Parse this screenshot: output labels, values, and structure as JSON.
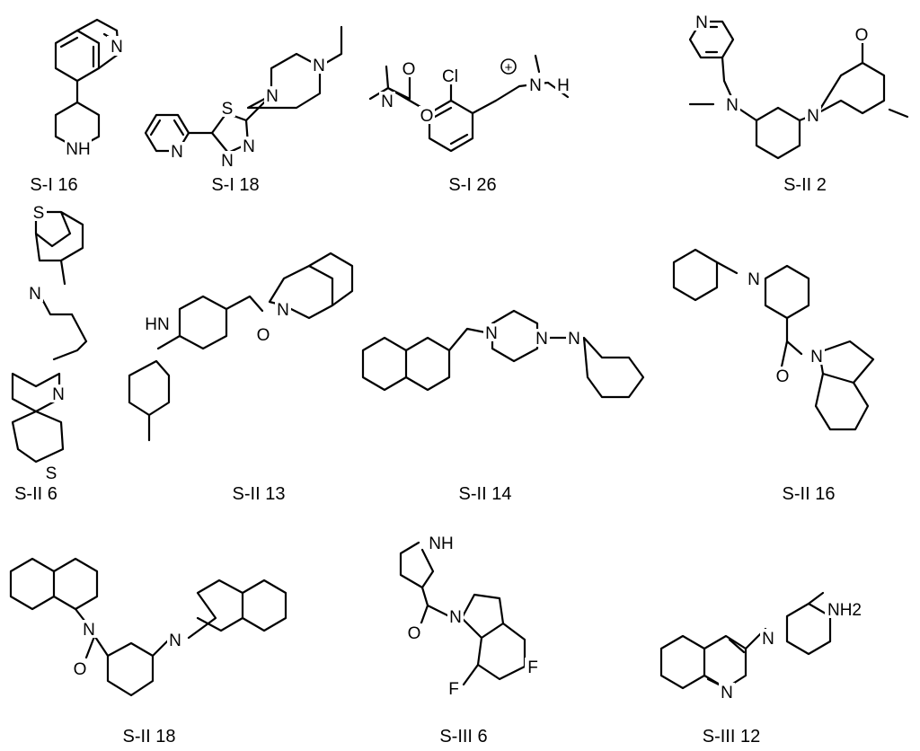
{
  "compounds": [
    {
      "id": "S-I 16",
      "atoms": [
        "N",
        "NH"
      ]
    },
    {
      "id": "S-I 18",
      "atoms": [
        "S",
        "N",
        "N",
        "N",
        "N",
        "N"
      ]
    },
    {
      "id": "S-I 26",
      "atoms": [
        "N",
        "O",
        "O",
        "Cl",
        "N",
        "H",
        "+"
      ]
    },
    {
      "id": "S-II 2",
      "atoms": [
        "N",
        "N",
        "N",
        "O"
      ]
    },
    {
      "id": "S-II 6",
      "atoms": [
        "S",
        "N",
        "N",
        "S"
      ]
    },
    {
      "id": "S-II 13",
      "atoms": [
        "HN",
        "O",
        "N"
      ]
    },
    {
      "id": "S-II 14",
      "atoms": [
        "N",
        "N",
        "N"
      ]
    },
    {
      "id": "S-II 16",
      "atoms": [
        "N",
        "O",
        "N"
      ]
    },
    {
      "id": "S-II 18",
      "atoms": [
        "N",
        "O",
        "N"
      ]
    },
    {
      "id": "S-III 6",
      "atoms": [
        "NH",
        "O",
        "N",
        "F",
        "F"
      ]
    },
    {
      "id": "S-III 12",
      "atoms": [
        "NH2",
        "N",
        "N"
      ]
    }
  ]
}
